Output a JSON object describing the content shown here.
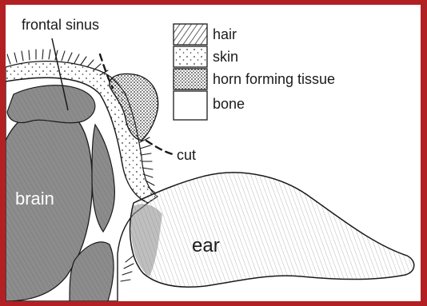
{
  "diagram": {
    "labels": {
      "frontal_sinus": "frontal sinus",
      "brain": "brain",
      "cut": "cut",
      "ear": "ear"
    },
    "legend": [
      {
        "key": "hair",
        "label": "hair",
        "pattern": "hatch"
      },
      {
        "key": "skin",
        "label": "skin",
        "pattern": "sparse-dots"
      },
      {
        "key": "horn",
        "label": "horn forming tissue",
        "pattern": "dense-dots"
      },
      {
        "key": "bone",
        "label": "bone",
        "pattern": "plain"
      }
    ],
    "colors": {
      "frame": "#b22024",
      "tissue": "#8a8a8a",
      "ear": "#d4d4d4",
      "outline": "#1a1a1a"
    }
  }
}
